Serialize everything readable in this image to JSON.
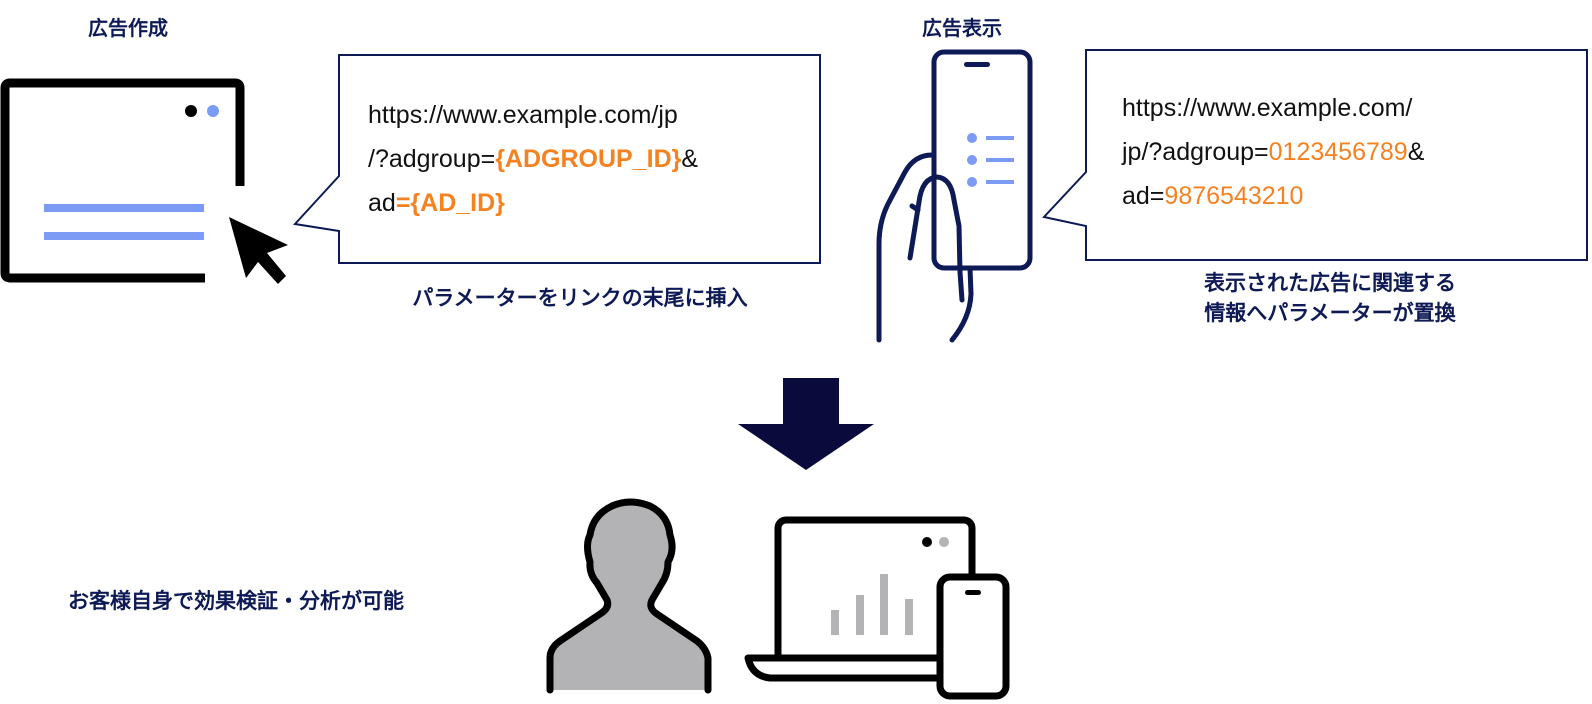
{
  "colors": {
    "navy": "#0d1a55",
    "orange": "#f58220",
    "accent_blue": "#7b9bf5",
    "gray": "#b3b3b5"
  },
  "create": {
    "heading": "広告作成",
    "icon": "browser-window-with-cursor-icon",
    "url": {
      "line1": "https://www.example.com/jp",
      "line2_prefix": "/?adgroup=",
      "line2_param": "{ADGROUP_ID}",
      "line2_suffix": "&",
      "line3_prefix": "ad",
      "line3_param": "={AD_ID}"
    },
    "caption": "パラメーターをリンクの末尾に挿入"
  },
  "display": {
    "heading": "広告表示",
    "icon": "hand-holding-smartphone-icon",
    "url": {
      "line1": "https://www.example.com/",
      "line2_prefix": "jp/?adgroup=",
      "line2_param": "0123456789",
      "line2_suffix": "&",
      "line3_prefix": "ad=",
      "line3_param": "9876543210"
    },
    "caption_line1": "表示された広告に関連する",
    "caption_line2": "情報へパラメーターが置換"
  },
  "result": {
    "icon_arrow": "down-arrow-icon",
    "icon_person": "person-icon",
    "icon_devices": "laptop-phone-analytics-icon",
    "caption": "お客様自身で効果検証・分析が可能"
  }
}
